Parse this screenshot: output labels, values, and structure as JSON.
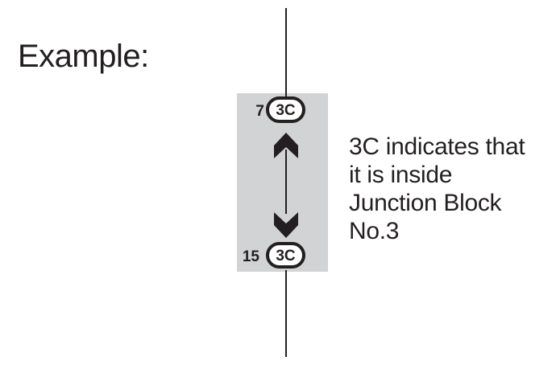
{
  "example_label": "Example:",
  "connector_top": {
    "pin": "7",
    "code": "3C"
  },
  "connector_bottom": {
    "pin": "15",
    "code": "3C"
  },
  "description_lines": [
    "3C indicates that",
    "it is inside",
    "Junction Block",
    "No.3"
  ],
  "colors": {
    "line": "#231f20",
    "junction_block_fill": "#d1d3d4"
  }
}
